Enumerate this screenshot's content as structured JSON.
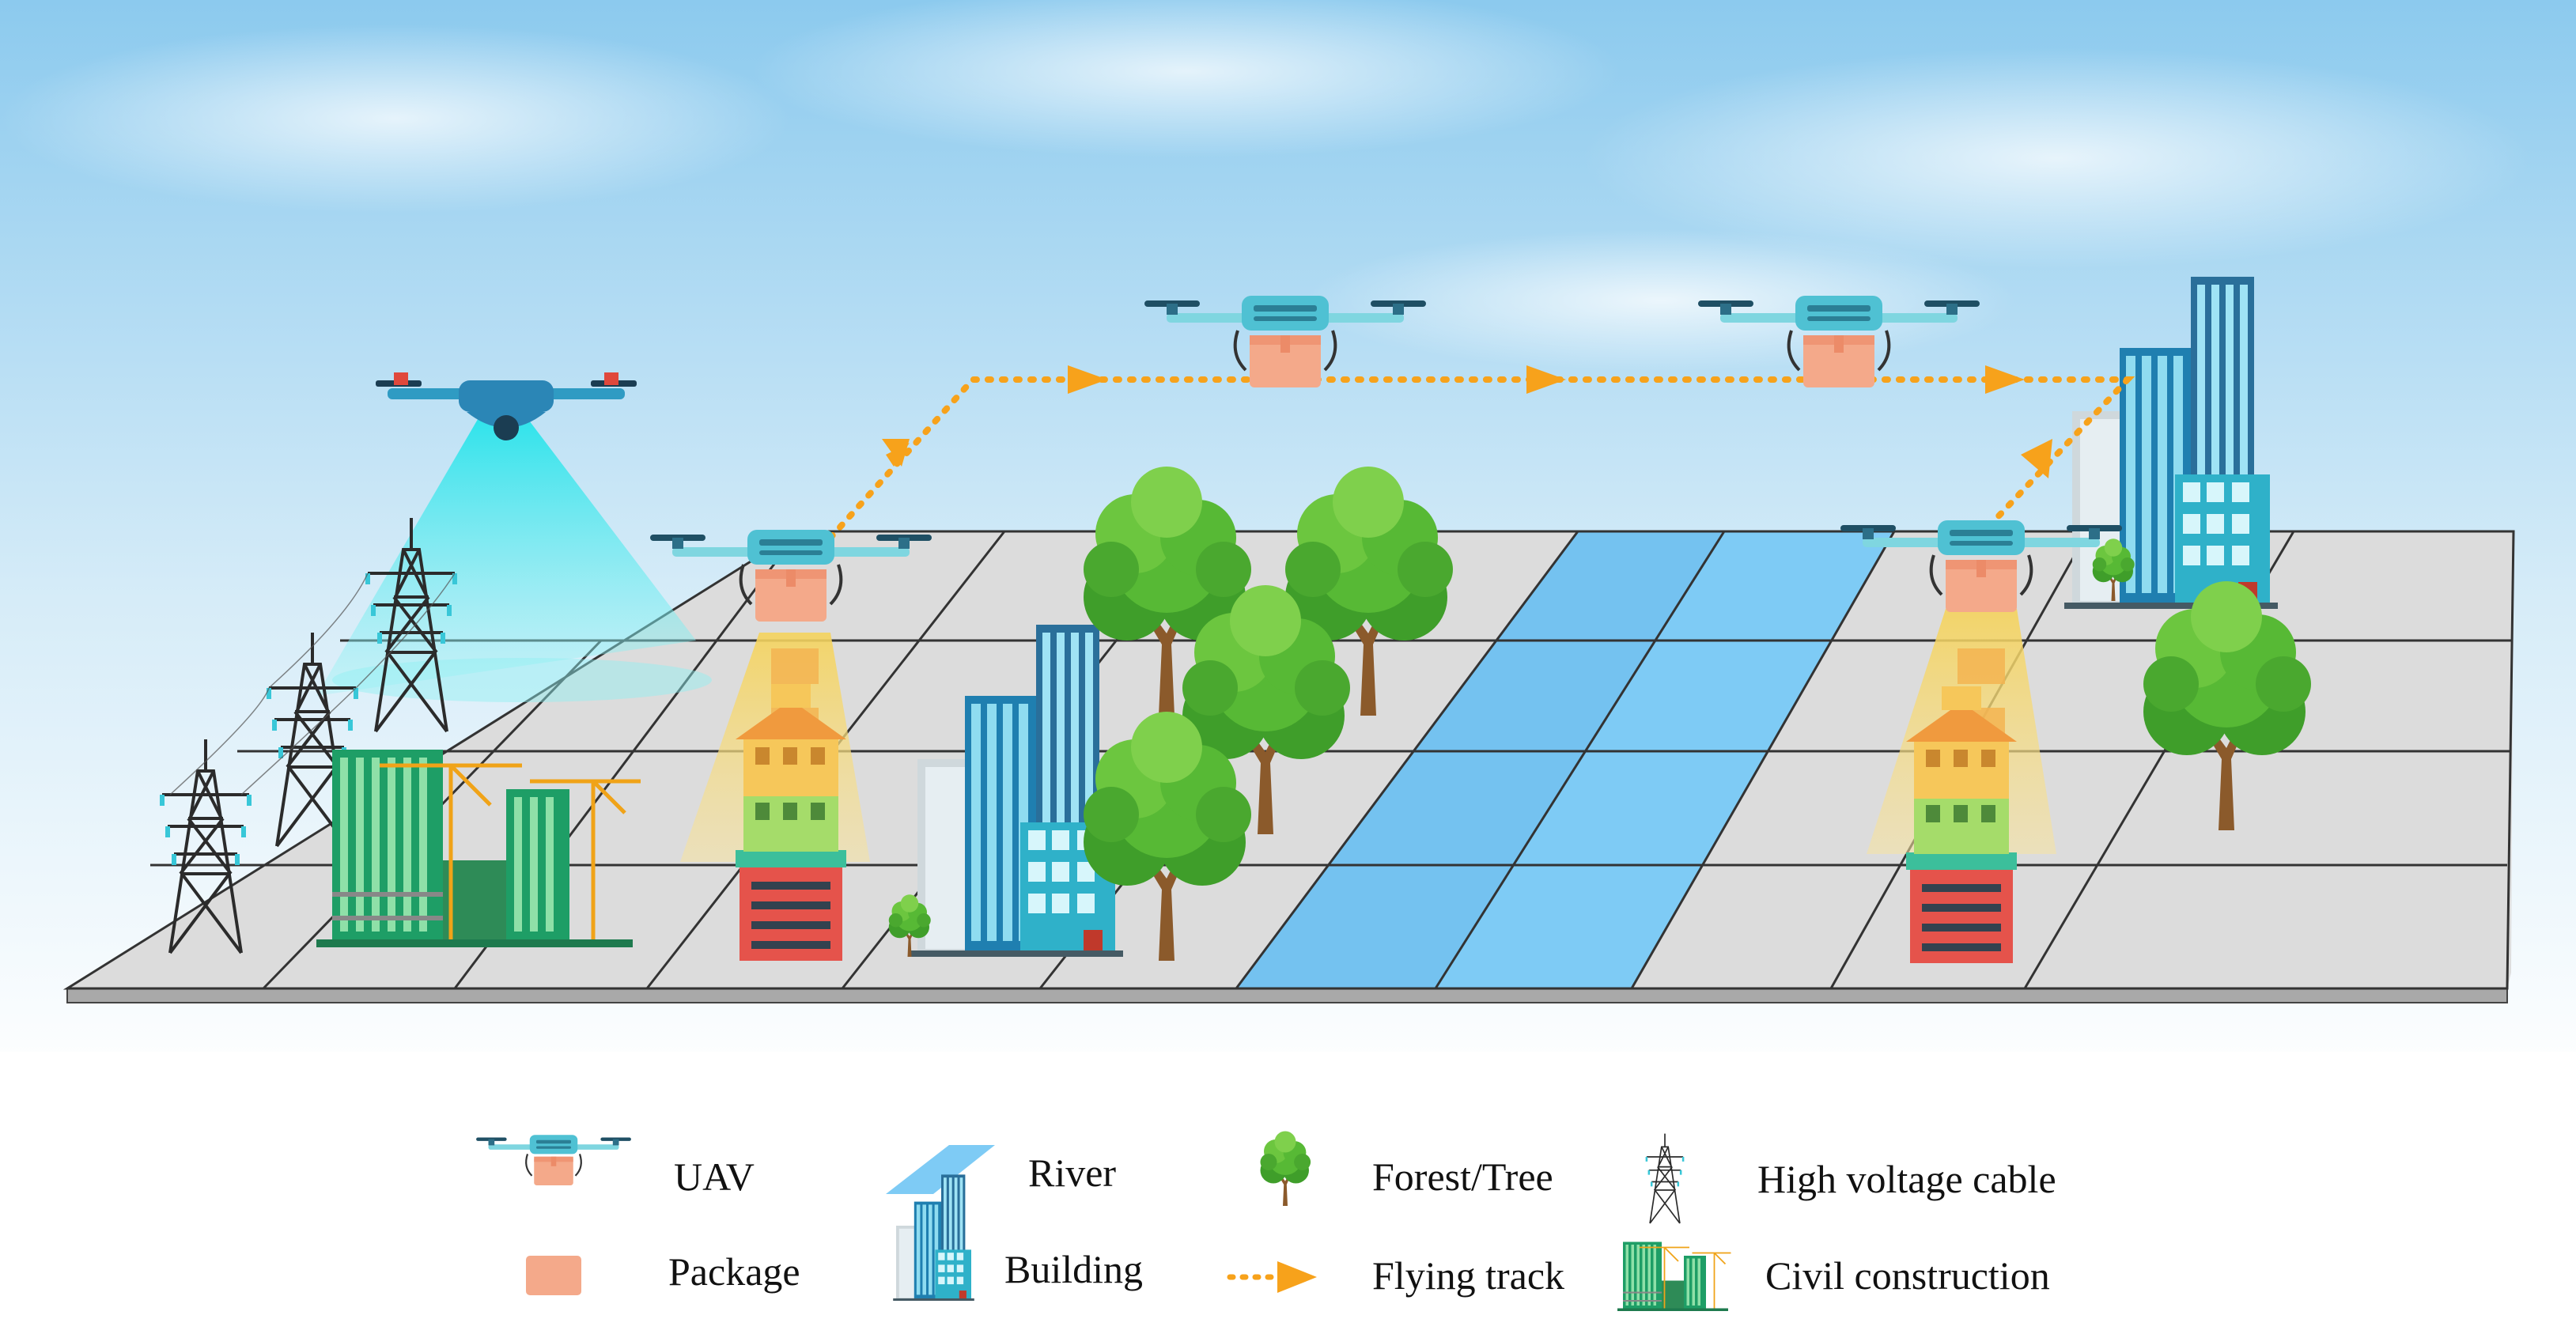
{
  "legend": {
    "items": [
      {
        "key": "uav",
        "label": "UAV"
      },
      {
        "key": "river",
        "label": "River"
      },
      {
        "key": "tree",
        "label": "Forest/Tree"
      },
      {
        "key": "cable",
        "label": "High voltage cable"
      },
      {
        "key": "package",
        "label": "Package"
      },
      {
        "key": "building",
        "label": "Building"
      },
      {
        "key": "track",
        "label": "Flying track"
      },
      {
        "key": "construction",
        "label": "Civil construction"
      }
    ]
  },
  "colors": {
    "sky_top": "#9fd1ee",
    "ground": "#dcdcdc",
    "grid_line": "#3a3a3a",
    "river": "#7ecbf5",
    "uav_body": "#5cc9d6",
    "package": "#f4a98a",
    "track": "#f7a21b",
    "tree": "#4caf2f",
    "trunk": "#8b5a2b",
    "beam_yellow": "#f7d774",
    "beam_cyan": "#3fe6ea"
  },
  "icons": {
    "uav": "drone-icon",
    "package": "package-icon",
    "river": "river-icon",
    "building": "building-icon",
    "tree": "tree-icon",
    "track": "arrow-icon",
    "cable": "pylon-icon",
    "construction": "construction-icon"
  }
}
